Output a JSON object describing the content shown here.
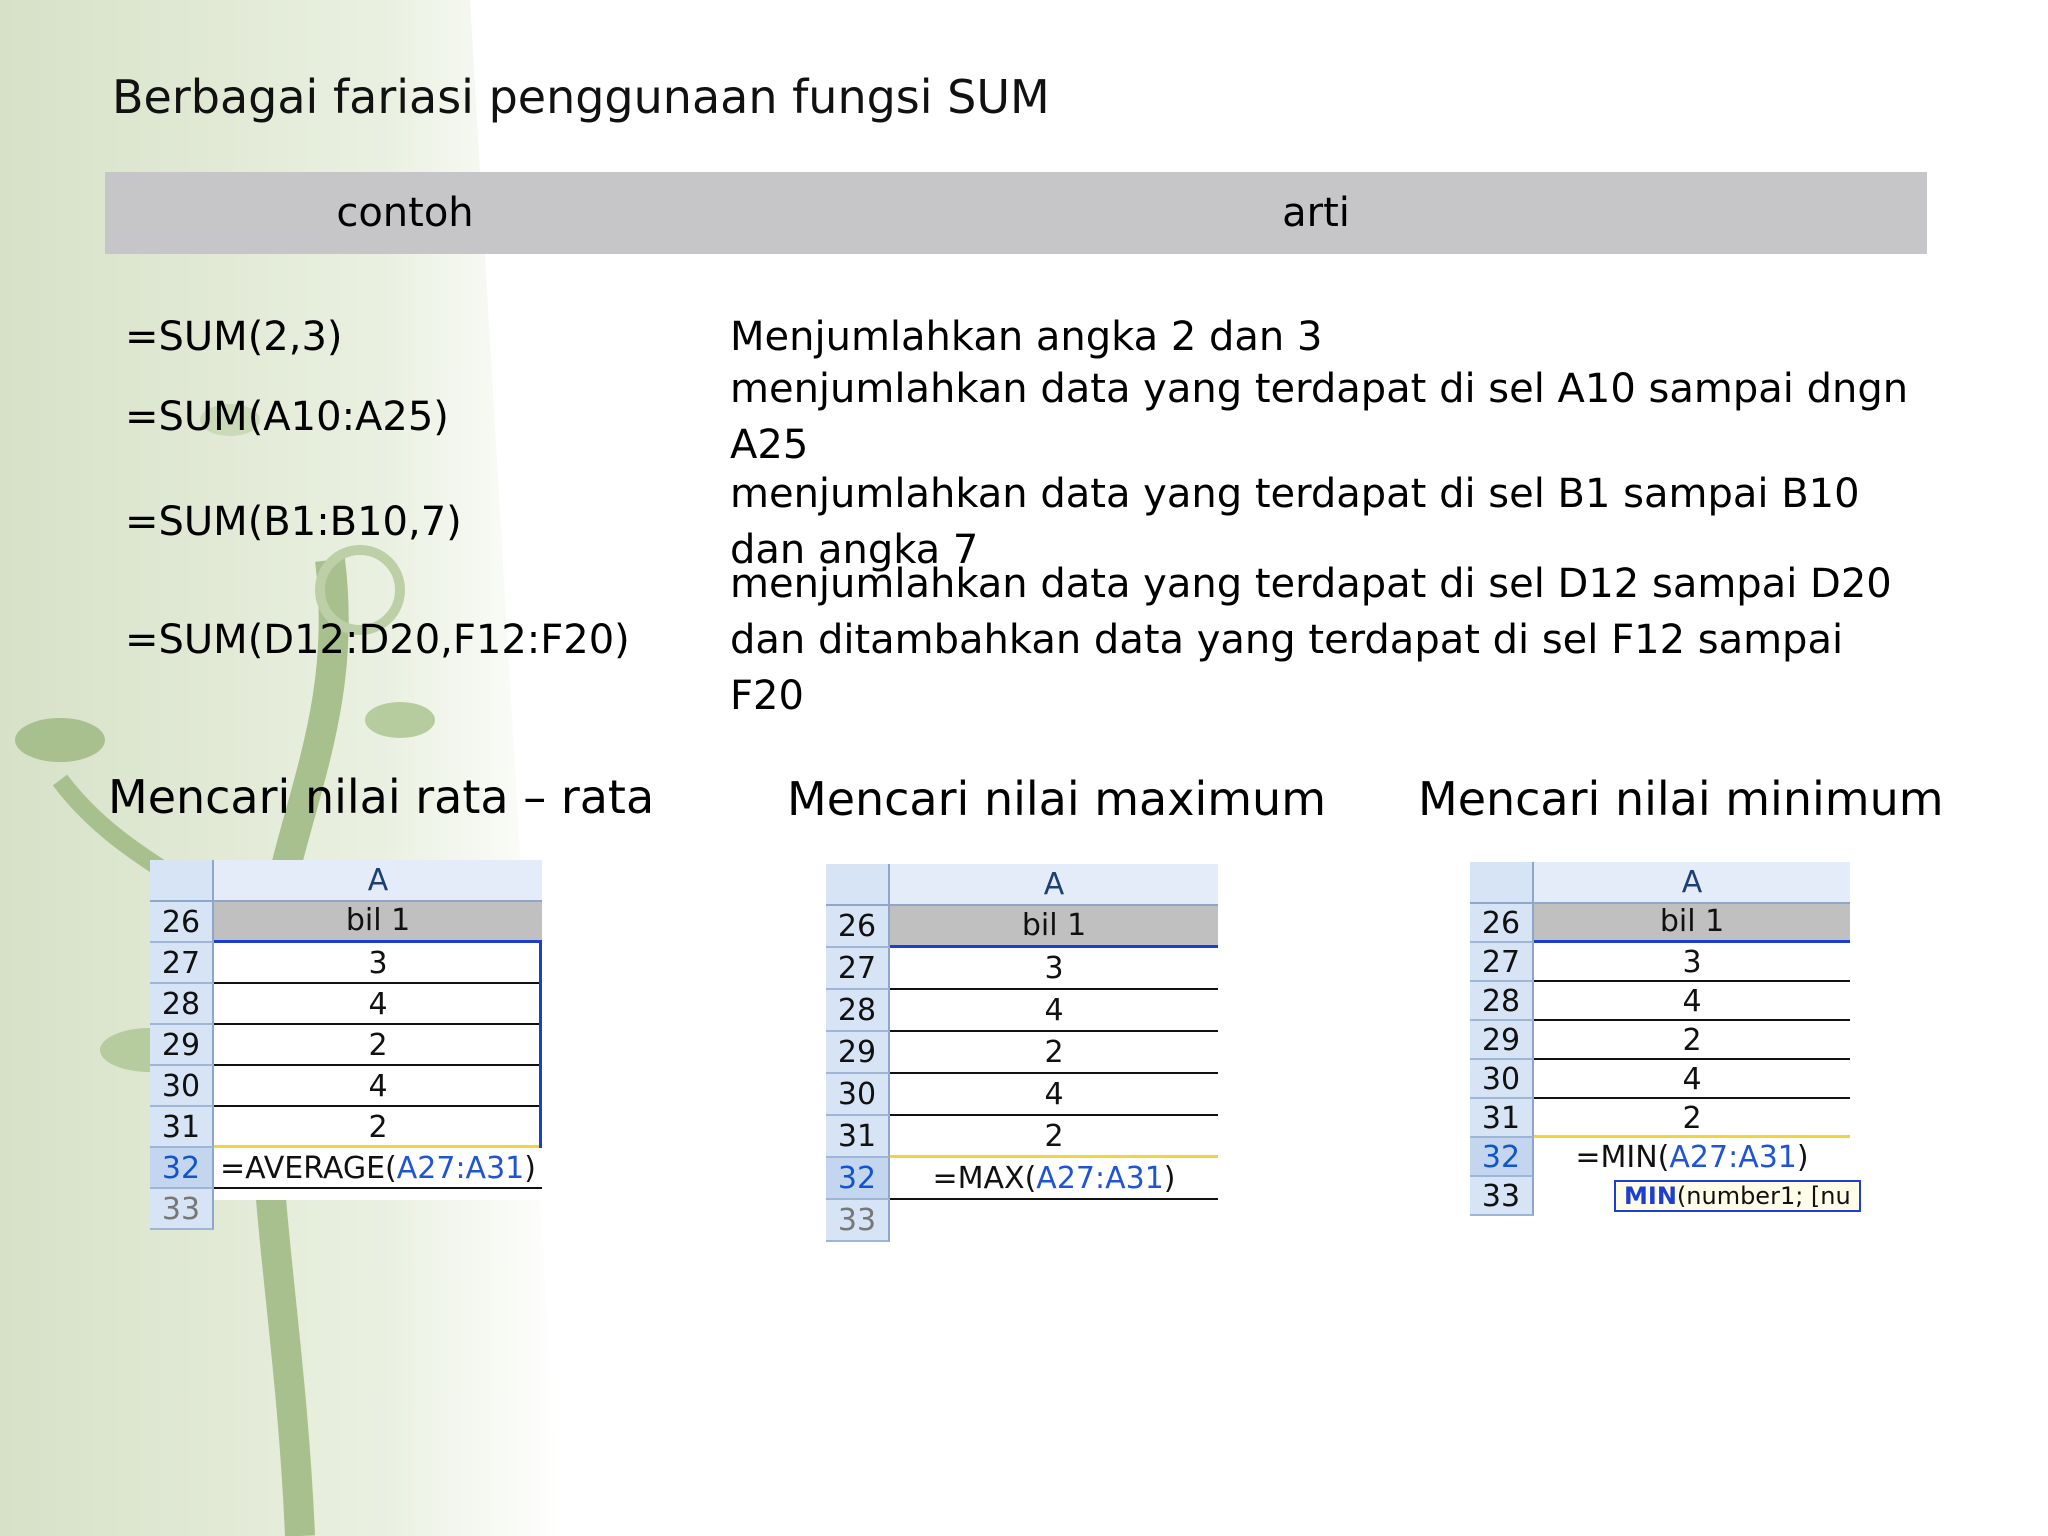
{
  "title": "Berbagai fariasi penggunaan fungsi SUM",
  "sum_table": {
    "headers": [
      "contoh",
      "arti"
    ],
    "rows": [
      {
        "contoh": "=SUM(2,3)",
        "arti": "Menjumlahkan angka 2 dan 3"
      },
      {
        "contoh": "=SUM(A10:A25)",
        "arti": "menjumlahkan data yang terdapat di sel A10 sampai dngn A25"
      },
      {
        "contoh": "=SUM(B1:B10,7)",
        "arti": "menjumlahkan data yang terdapat di sel B1 sampai B10 dan angka 7"
      },
      {
        "contoh": "=SUM(D12:D20,F12:F20)",
        "arti": "menjumlahkan data yang terdapat di sel D12 sampai D20 dan ditambahkan data yang terdapat di sel F12 sampai F20"
      }
    ]
  },
  "sections": [
    {
      "title": "Mencari nilai rata – rata",
      "sheet": {
        "column": "A",
        "row_numbers": [
          "26",
          "27",
          "28",
          "29",
          "30",
          "31",
          "32",
          "33"
        ],
        "header_cell": "bil 1",
        "values": [
          "3",
          "4",
          "2",
          "4",
          "2"
        ],
        "formula_prefix": "=AVERAGE(",
        "formula_ref": "A27:A31",
        "formula_suffix": ")"
      }
    },
    {
      "title": "Mencari nilai maximum",
      "sheet": {
        "column": "A",
        "row_numbers": [
          "26",
          "27",
          "28",
          "29",
          "30",
          "31",
          "32",
          "33"
        ],
        "header_cell": "bil 1",
        "values": [
          "3",
          "4",
          "2",
          "4",
          "2"
        ],
        "formula_prefix": "=MAX(",
        "formula_ref": "A27:A31",
        "formula_suffix": ")"
      }
    },
    {
      "title": "Mencari nilai minimum",
      "sheet": {
        "column": "A",
        "row_numbers": [
          "26",
          "27",
          "28",
          "29",
          "30",
          "31",
          "32",
          "33"
        ],
        "header_cell": "bil 1",
        "values": [
          "3",
          "4",
          "2",
          "4",
          "2"
        ],
        "formula_prefix": "=MIN(",
        "formula_ref": "A27:A31",
        "formula_suffix": ")",
        "tooltip_fn": "MIN",
        "tooltip_args": "(number1; [nu"
      }
    }
  ]
}
